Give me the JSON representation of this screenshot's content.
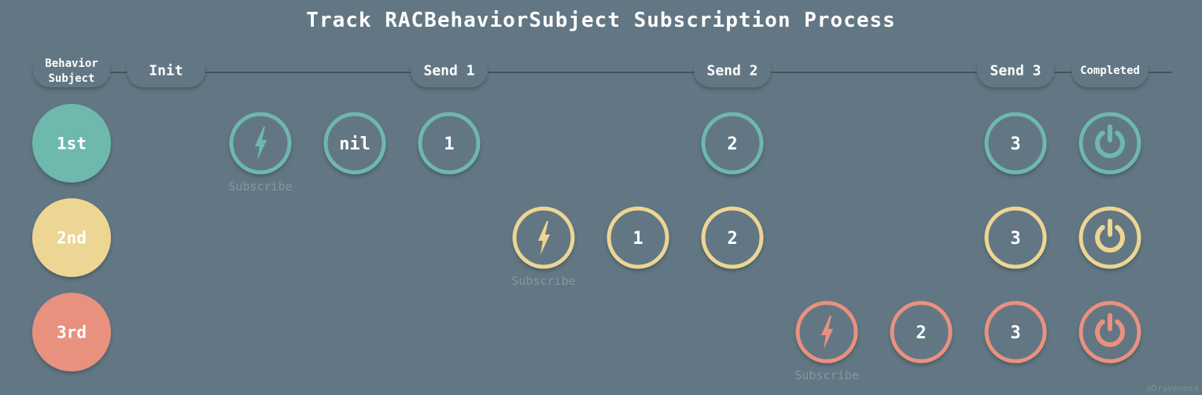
{
  "title": "Track RACBehaviorSubject Subscription Process",
  "header": {
    "pills": [
      {
        "id": "behavior-subject",
        "lines": [
          "Behavior",
          "Subject"
        ]
      },
      {
        "id": "init",
        "lines": [
          "Init"
        ]
      },
      {
        "id": "send-1",
        "lines": [
          "Send 1"
        ]
      },
      {
        "id": "send-2",
        "lines": [
          "Send 2"
        ]
      },
      {
        "id": "send-3",
        "lines": [
          "Send 3"
        ]
      },
      {
        "id": "completed",
        "lines": [
          "Completed"
        ]
      }
    ]
  },
  "colors": {
    "background": "#627783",
    "first": "#6eb8ad",
    "second": "#edd593",
    "third": "#e9917f",
    "subscribe_text": "#8796a0"
  },
  "rows": [
    {
      "label": "1st",
      "color": "#6eb8ad",
      "nodes": [
        {
          "kind": "subscribe",
          "icon": "lightning-icon",
          "caption": "Subscribe"
        },
        {
          "kind": "value",
          "text": "nil"
        },
        {
          "kind": "value",
          "text": "1"
        },
        {
          "kind": "value",
          "text": "2"
        },
        {
          "kind": "value",
          "text": "3"
        },
        {
          "kind": "completed",
          "icon": "power-icon"
        }
      ]
    },
    {
      "label": "2nd",
      "color": "#edd593",
      "nodes": [
        {
          "kind": "subscribe",
          "icon": "lightning-icon",
          "caption": "Subscribe"
        },
        {
          "kind": "value",
          "text": "1"
        },
        {
          "kind": "value",
          "text": "2"
        },
        {
          "kind": "value",
          "text": "3"
        },
        {
          "kind": "completed",
          "icon": "power-icon"
        }
      ]
    },
    {
      "label": "3rd",
      "color": "#e9917f",
      "nodes": [
        {
          "kind": "subscribe",
          "icon": "lightning-icon",
          "caption": "Subscribe"
        },
        {
          "kind": "value",
          "text": "2"
        },
        {
          "kind": "value",
          "text": "3"
        },
        {
          "kind": "completed",
          "icon": "power-icon"
        }
      ]
    }
  ],
  "credit": "@Draveness"
}
